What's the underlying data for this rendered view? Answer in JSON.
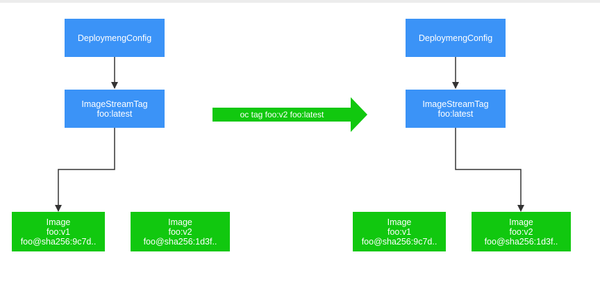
{
  "colors": {
    "config_box": "#3b93f7",
    "image_box": "#11c80f",
    "transition_arrow": "#11c80f",
    "connector": "#333333"
  },
  "left": {
    "deployment_config": "DeploymengConfig",
    "image_stream_tag": {
      "line1": "ImageStreamTag",
      "line2": "foo:latest"
    },
    "image_v1": {
      "line1": "Image",
      "line2": "foo:v1",
      "line3": "foo@sha256:9c7d.."
    },
    "image_v2": {
      "line1": "Image",
      "line2": "foo:v2",
      "line3": "foo@sha256:1d3f.."
    }
  },
  "transition": {
    "label": "oc tag foo:v2 foo:latest"
  },
  "right": {
    "deployment_config": "DeploymengConfig",
    "image_stream_tag": {
      "line1": "ImageStreamTag",
      "line2": "foo:latest"
    },
    "image_v1": {
      "line1": "Image",
      "line2": "foo:v1",
      "line3": "foo@sha256:9c7d.."
    },
    "image_v2": {
      "line1": "Image",
      "line2": "foo:v2",
      "line3": "foo@sha256:1d3f.."
    }
  }
}
